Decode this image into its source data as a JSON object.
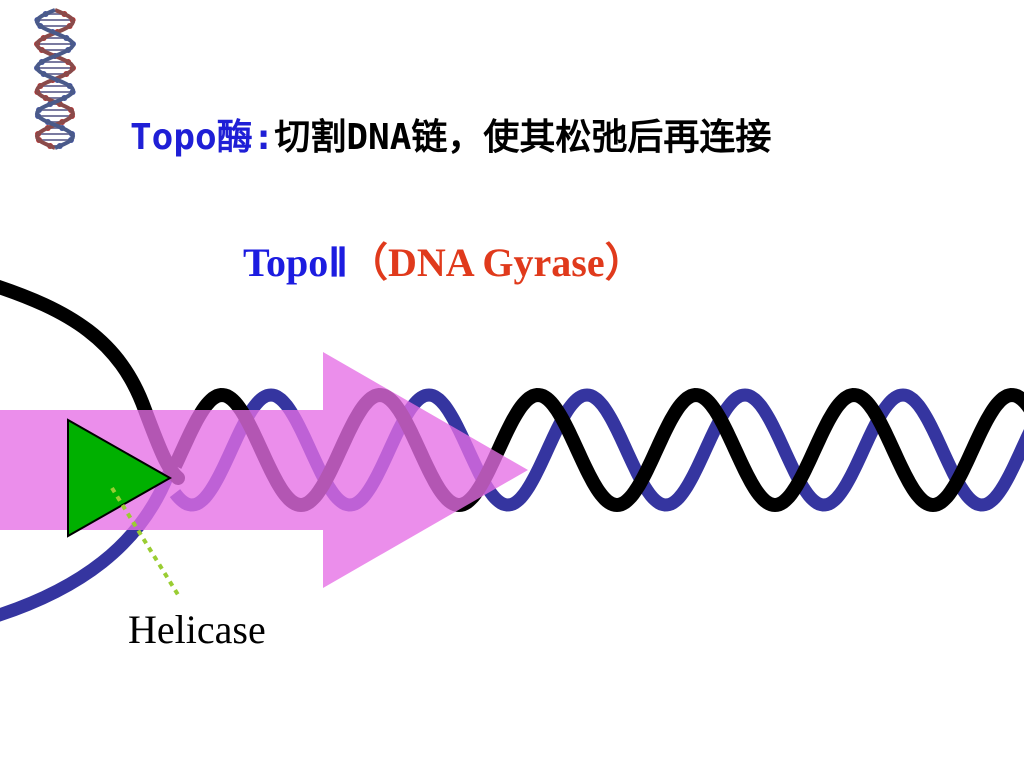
{
  "title": {
    "prefix": "Topo酶:",
    "text": "切割DNA链，使其松弛后再连接"
  },
  "subtitle": {
    "topo": "TopoⅡ",
    "enzyme": "（DNA Gyrase）"
  },
  "labels": {
    "helicase": "Helicase"
  },
  "colors": {
    "strand_blue": "#3535a0",
    "strand_black": "#000000",
    "arrow_pink": "#e56ee6",
    "helicase_green": "#00b000",
    "pointer_dotted": "#9acd32"
  },
  "icons": {
    "logo": "dna-double-helix-icon"
  }
}
